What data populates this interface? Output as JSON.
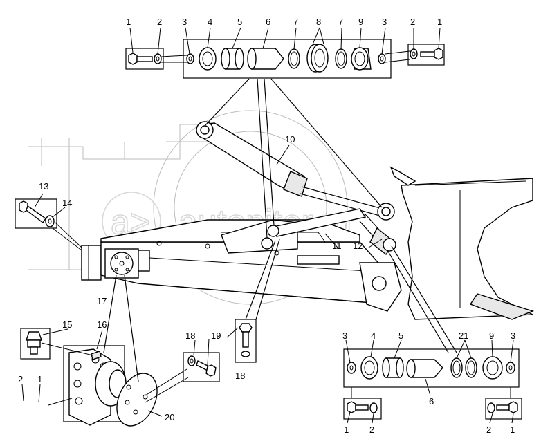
{
  "watermark": "autopiter.ru",
  "watermark_logo": "a>",
  "callouts": {
    "c_top_1a": "1",
    "c_top_2a": "2",
    "c_top_3a": "3",
    "c_top_4": "4",
    "c_top_5": "5",
    "c_top_6": "6",
    "c_top_7a": "7",
    "c_top_8": "8",
    "c_top_7b": "7",
    "c_top_9": "9",
    "c_top_3b": "3",
    "c_top_2b": "2",
    "c_top_1b": "1",
    "c_10": "10",
    "c_11": "11",
    "c_12": "12",
    "c_13": "13",
    "c_14": "14",
    "c_15": "15",
    "c_16": "16",
    "c_17": "17",
    "c_18a": "18",
    "c_19": "19",
    "c_18b": "18",
    "c_2l": "2",
    "c_1l": "1",
    "c_20": "20",
    "c_br_3a": "3",
    "c_br_4": "4",
    "c_br_5": "5",
    "c_br_21": "21",
    "c_br_9": "9",
    "c_br_3b": "3",
    "c_br_6": "6",
    "c_br_1a": "1",
    "c_br_2a": "2",
    "c_br_2b": "2",
    "c_br_1b": "1"
  }
}
